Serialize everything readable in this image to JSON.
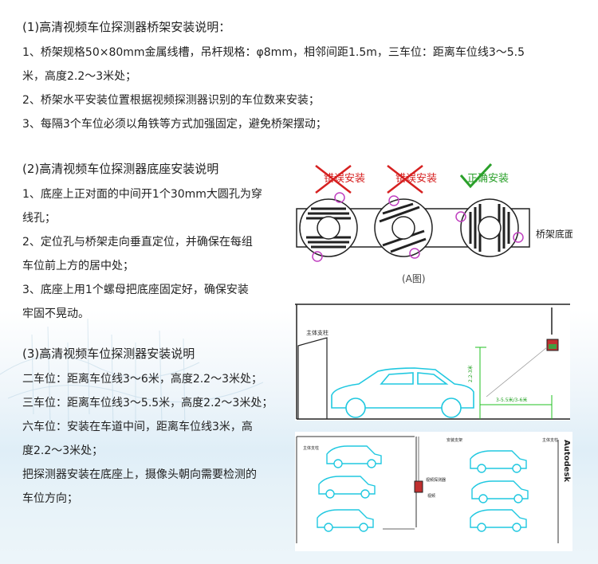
{
  "section1": {
    "title": "(1)高清视频车位探测器桥架安装说明：",
    "lines": [
      "1、桥架规格50×80mm金属线槽，吊杆规格：φ8mm，相邻间距1.5m，三车位：距离车位线3～5.5",
      "米，高度2.2～3米处；",
      "2、桥架水平安装位置根据视频探测器识别的车位数来安装；",
      "3、每隔3个车位必须以角铁等方式加强固定，避免桥架摆动；"
    ]
  },
  "section2": {
    "title": "(2)高清视频车位探测器底座安装说明",
    "lines": [
      "1、底座上正对面的中间开1个30mm大圆孔为穿",
      "线孔；",
      "2、定位孔与桥架走向垂直定位，并确保在每组",
      "车位前上方的居中处；",
      "3、底座上用1个螺母把底座固定好，确保安装",
      "牢固不晃动。"
    ]
  },
  "section3": {
    "title": "(3)高清视频车位探测器安装说明",
    "lines": [
      "二车位：距离车位线3～6米，高度2.2～3米处；",
      "三车位：距离车位线3～5.5米，高度2.2～3米处；",
      "六车位：安装在车道中间，距离车位线3米，高",
      "度2.2～3米处；",
      "把探测器安装在底座上，摄像头朝向需要检测的",
      "车位方向；"
    ]
  },
  "figure_a": {
    "labels": [
      "错误安装",
      "错误安装",
      "正确安装"
    ],
    "side_label": "桥架底面",
    "caption": "(A图)",
    "colors": {
      "wrong": "#d62020",
      "right": "#2aa02a",
      "marker": "#c040c0"
    }
  },
  "figure_b": {
    "wall_label": "主体支柱",
    "height_label": "2.2-3米",
    "distance_label": "3-5.5米/3-6米"
  },
  "figure_c": {
    "brand": "Autodesk",
    "small_labels": [
      "主体支柱",
      "安装支架",
      "视频探测器",
      "视频",
      "主体支柱"
    ]
  }
}
